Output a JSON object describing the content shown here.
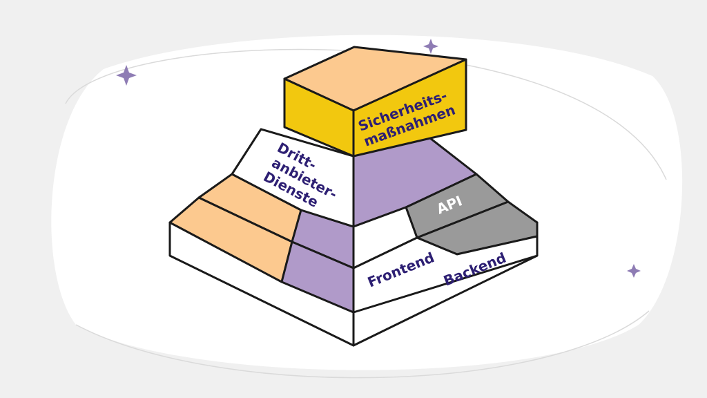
{
  "diagram": {
    "labels": {
      "security_line1": "Sicherheits-",
      "security_line2": "maßnahmen",
      "third_line1": "Dritt-",
      "third_line2": "anbieter-",
      "third_line3": "Dienste",
      "api": "API",
      "frontend": "Frontend",
      "backend": "Backend"
    },
    "colors": {
      "background": "#f0f0f0",
      "blob": "#ffffff",
      "sparkle": "#8e7cb4",
      "peach": "#fcc98f",
      "lavender": "#b09ac9",
      "gray": "#9a9a9a",
      "yellow": "#f2c80f",
      "text_navy": "#2d1f73",
      "outline": "#1a1a1a"
    }
  }
}
